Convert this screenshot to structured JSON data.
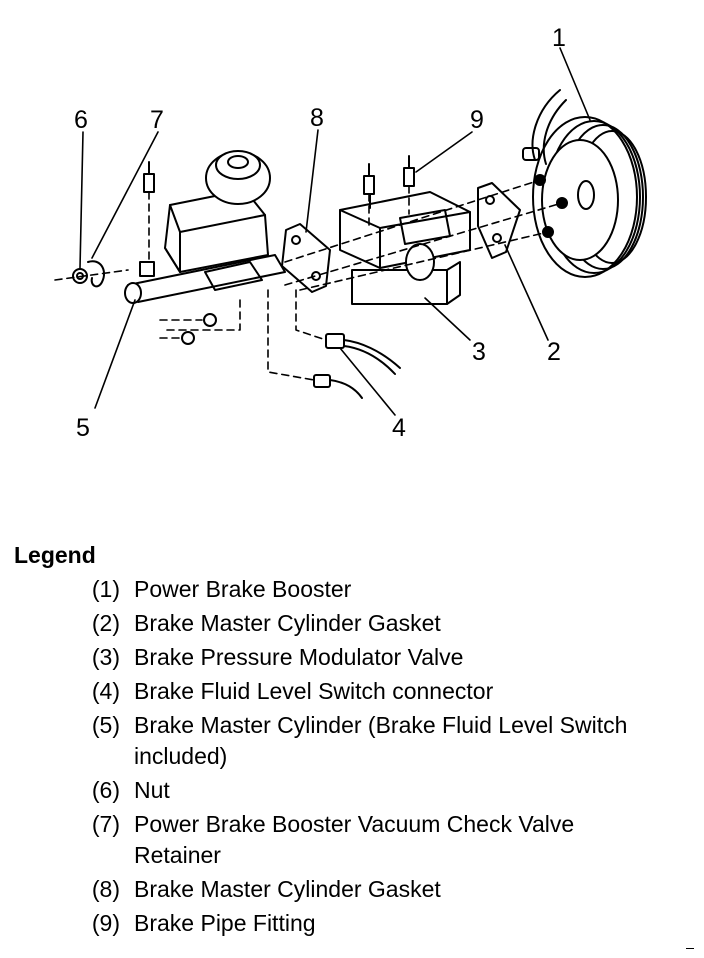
{
  "callouts": {
    "c1": "1",
    "c2": "2",
    "c3": "3",
    "c4": "4",
    "c5": "5",
    "c6": "6",
    "c7": "7",
    "c8": "8",
    "c9": "9"
  },
  "legend": {
    "title": "Legend",
    "items": [
      {
        "num": "(1)",
        "text": "Power Brake Booster"
      },
      {
        "num": "(2)",
        "text": "Brake Master Cylinder Gasket"
      },
      {
        "num": "(3)",
        "text": "Brake Pressure Modulator Valve"
      },
      {
        "num": "(4)",
        "text": "Brake Fluid Level Switch connector"
      },
      {
        "num": "(5)",
        "text": "Brake Master Cylinder (Brake Fluid Level Switch included)"
      },
      {
        "num": "(6)",
        "text": "Nut"
      },
      {
        "num": "(7)",
        "text": "Power Brake Booster Vacuum Check Valve Retainer"
      },
      {
        "num": "(8)",
        "text": "Brake Master Cylinder Gasket"
      },
      {
        "num": "(9)",
        "text": "Brake Pipe Fitting"
      }
    ]
  }
}
